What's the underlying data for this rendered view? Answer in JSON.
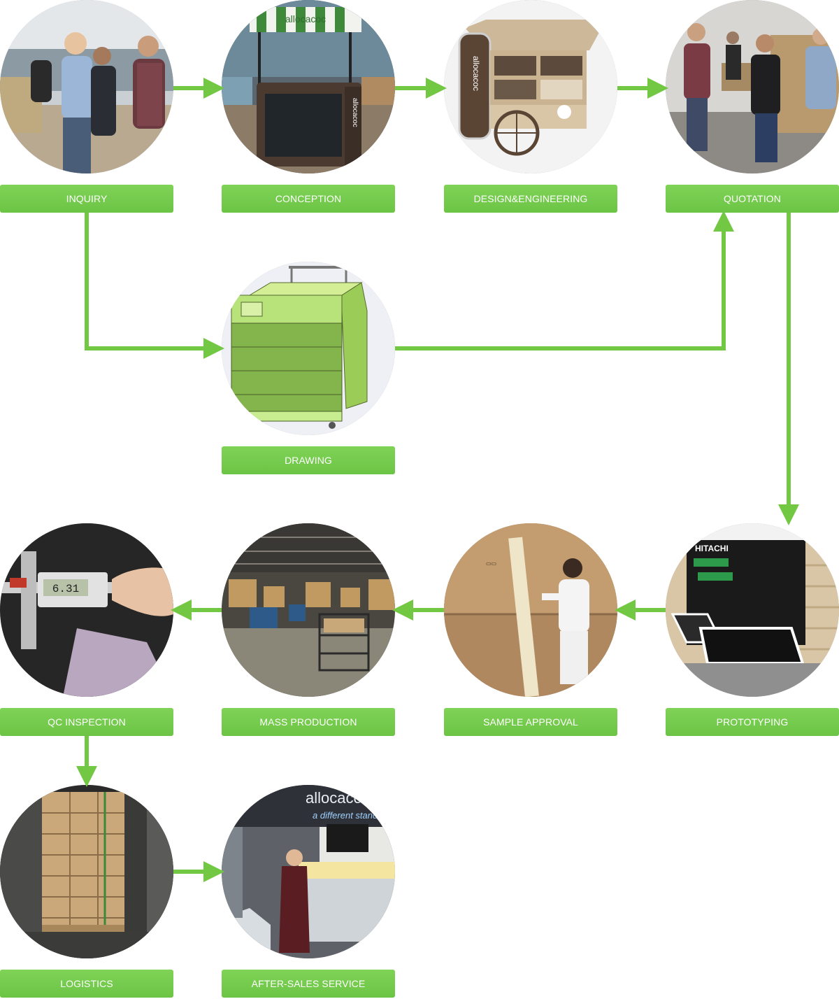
{
  "steps": {
    "inquiry": {
      "label": "INQUIRY",
      "photo": "team-meeting-photo"
    },
    "conception": {
      "label": "CONCEPTION",
      "photo": "kiosk-cart-photo"
    },
    "design_engineering": {
      "label": "DESIGN&ENGINEERING",
      "photo": "cart-render-photo"
    },
    "quotation": {
      "label": "QUOTATION",
      "photo": "factory-walk-photo"
    },
    "drawing": {
      "label": "DRAWING",
      "photo": "cad-model-photo"
    },
    "prototyping": {
      "label": "PROTOTYPING",
      "photo": "display-unit-photo"
    },
    "sample_approval": {
      "label": "SAMPLE APPROVAL",
      "photo": "worker-panels-photo"
    },
    "mass_production": {
      "label": "MASS PRODUCTION",
      "photo": "factory-floor-photo"
    },
    "qc_inspection": {
      "label": "QC INSPECTION",
      "photo": "caliper-photo"
    },
    "logistics": {
      "label": "LOGISTICS",
      "photo": "container-boxes-photo"
    },
    "after_sales": {
      "label": "AFTER-SALES SERVICE",
      "photo": "showroom-photo"
    }
  },
  "photo_text": {
    "brand": "allocacoc",
    "tagline": "a different stand",
    "caliper_reading": "6.31",
    "hitachi": "HITACHI"
  },
  "colors": {
    "accent_green": "#6cc445",
    "arrow_green": "#72c843",
    "label_text": "#ffffff"
  }
}
